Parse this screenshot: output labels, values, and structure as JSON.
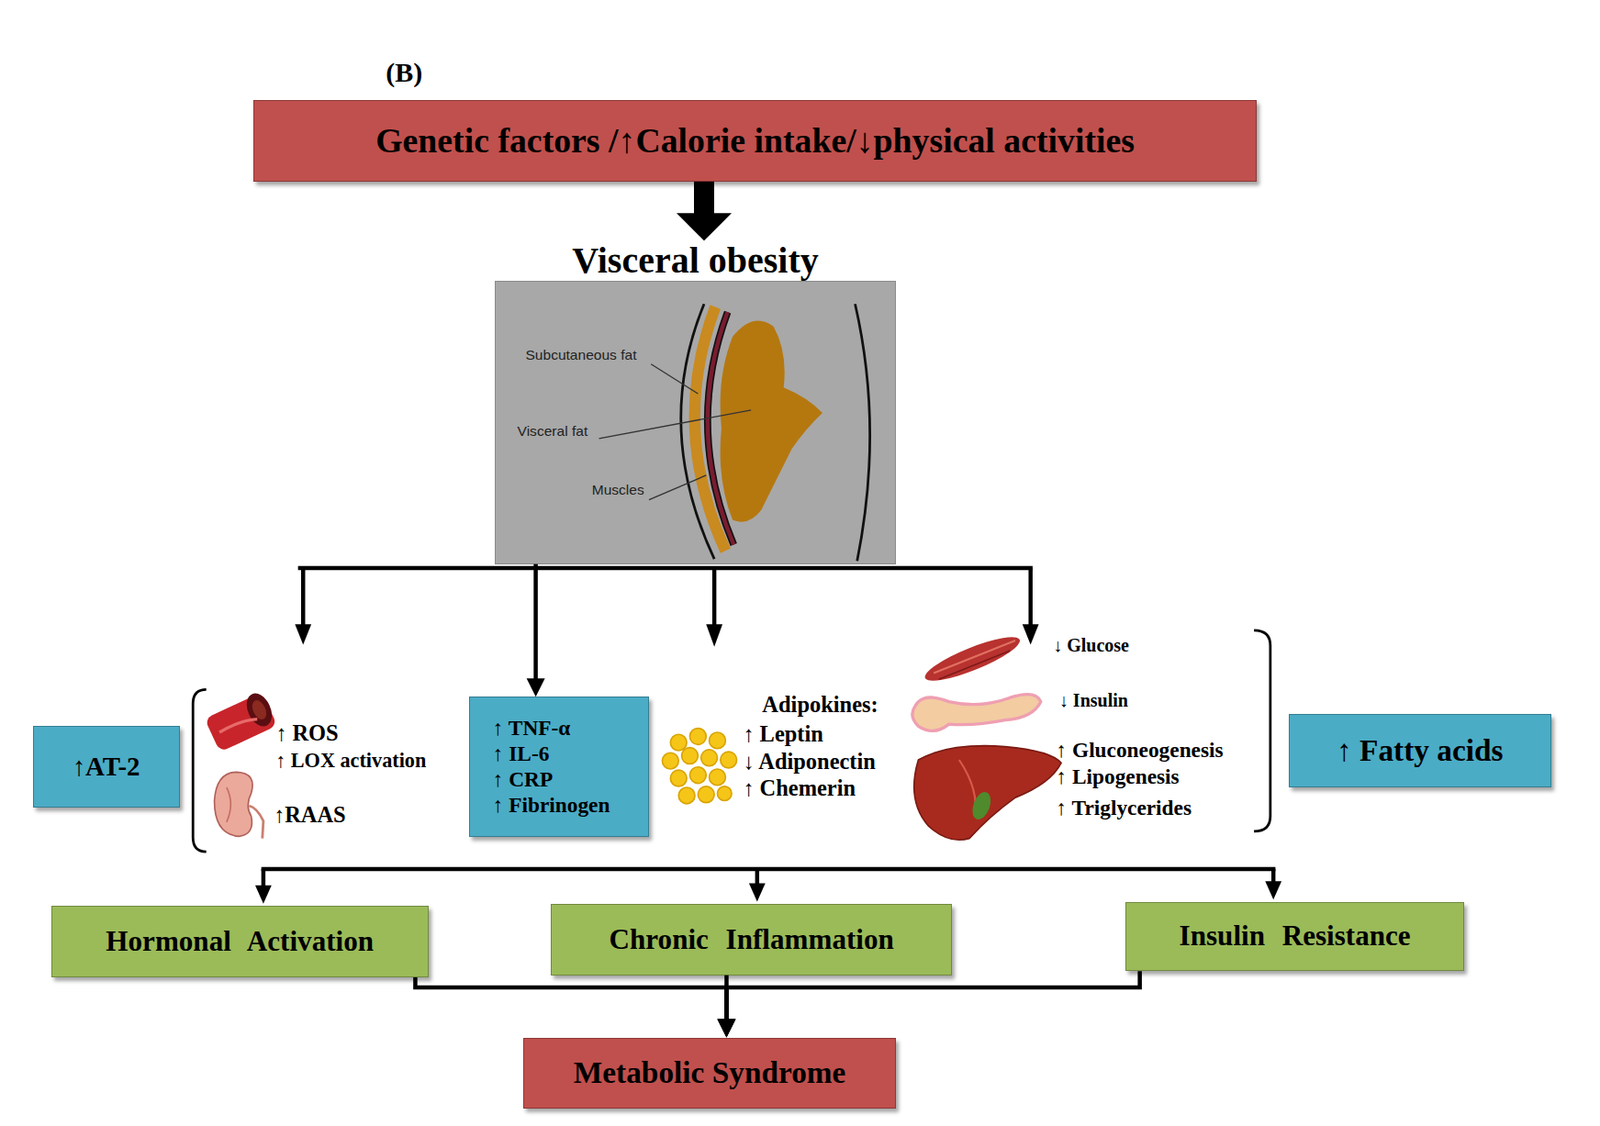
{
  "diagram": {
    "nodes": [
      {
        "text": [
          "Genetic factors /↑Calorie intake/↓physical activities"
        ]
      },
      {
        "text": [
          "Visceral obesity"
        ]
      },
      {
        "text": [
          "↑AT-2"
        ]
      },
      {
        "text": [
          "↑ TNF-α",
          "↑ IL-6",
          "↑ CRP",
          "↑ Fibrinogen"
        ]
      },
      {
        "text": [
          "↑ Fatty acids"
        ]
      },
      {
        "text": [
          "Hormonal Activation"
        ]
      },
      {
        "text": [
          "Chronic Inflammation"
        ]
      },
      {
        "text": [
          "Insulin Resistance"
        ]
      },
      {
        "text": [
          "Metabolic Syndrome"
        ]
      }
    ],
    "edges": [
      {
        "from": 0,
        "to": 1,
        "arrow": "to"
      },
      {
        "from": 1,
        "to": 3,
        "arrow": "to"
      },
      {
        "from": 5,
        "to": 8,
        "arrow": "to"
      },
      {
        "from": 6,
        "to": 8,
        "arrow": "to"
      },
      {
        "from": 7,
        "to": 8,
        "arrow": "to"
      }
    ],
    "labels": [
      "(B)",
      "Subcutaneous fat",
      "Visceral fat",
      "Muscles",
      "↑ ROS",
      "↑ LOX activation",
      "↑RAAS",
      "Adipokines:",
      "↑ Leptin",
      "↓ Adiponectin",
      "↑ Chemerin",
      "↓ Glucose",
      "↓ Insulin",
      "↑ Gluconeogenesis",
      "↑ Lipogenesis",
      "↑ Triglycerides"
    ]
  }
}
